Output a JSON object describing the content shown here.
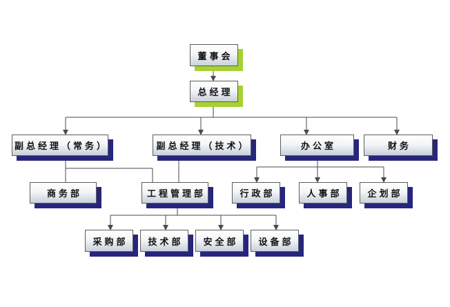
{
  "org_chart": {
    "board": "董事会",
    "general_manager": "总经理",
    "vp_business": "副总经理（常务）",
    "vp_technology": "副总经理（技术）",
    "office": "办公室",
    "finance": "财务",
    "commerce_dept": "商务部",
    "engineering_mgmt_dept": "工程管理部",
    "admin_dept": "行政部",
    "hr_dept": "人事部",
    "planning_dept": "企划部",
    "procurement_dept": "采购部",
    "technical_dept": "技术部",
    "safety_dept": "安全部",
    "equipment_dept": "设备部"
  },
  "colors": {
    "top_shadow": "#a6d232",
    "dept_shadow": "#26267e",
    "connector": "#4a4a4a"
  }
}
